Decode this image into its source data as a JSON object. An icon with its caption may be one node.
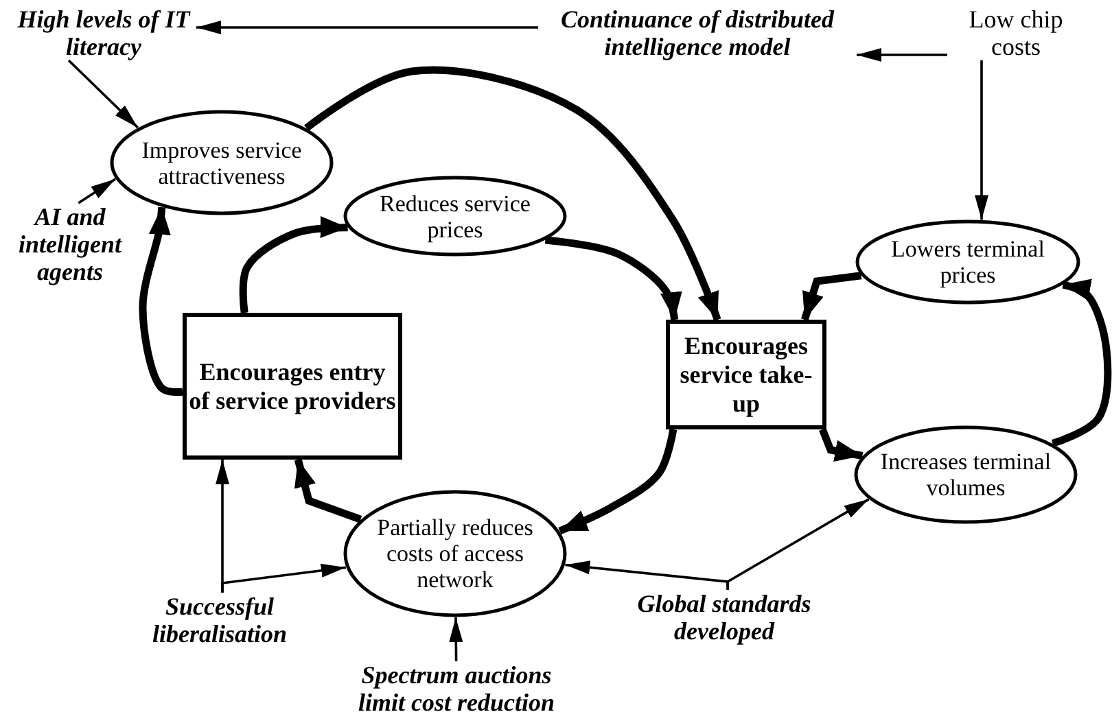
{
  "diagram": {
    "nodes": [
      {
        "text": [
          "High levels of IT literacy"
        ]
      },
      {
        "text": [
          "Continuance of distributed intelligence model"
        ]
      },
      {
        "text": [
          "Low chip costs"
        ]
      },
      {
        "text": [
          "Improves service attractiveness"
        ]
      },
      {
        "text": [
          "AI and intelligent agents"
        ]
      },
      {
        "text": [
          "Reduces service prices"
        ]
      },
      {
        "text": [
          "Encourages entry of service providers"
        ]
      },
      {
        "text": [
          "Encourages service take-up"
        ]
      },
      {
        "text": [
          "Lowers terminal prices"
        ]
      },
      {
        "text": [
          "Increases terminal volumes"
        ]
      },
      {
        "text": [
          "Partially reduces costs of access network"
        ]
      },
      {
        "text": [
          "Successful liberalisation"
        ]
      },
      {
        "text": [
          "Global standards developed"
        ]
      },
      {
        "text": [
          "Spectrum auctions limit cost reduction"
        ]
      }
    ],
    "edges": [
      {
        "from": 1,
        "to": 0,
        "arrow": "to"
      },
      {
        "from": 2,
        "to": 1,
        "arrow": "to"
      },
      {
        "from": 2,
        "to": 8,
        "arrow": "to"
      },
      {
        "from": 0,
        "to": 3,
        "arrow": "to"
      },
      {
        "from": 4,
        "to": 3,
        "arrow": "to"
      },
      {
        "from": 6,
        "to": 3,
        "arrow": "to",
        "style": "thick"
      },
      {
        "from": 6,
        "to": 5,
        "arrow": "to",
        "style": "thick"
      },
      {
        "from": 5,
        "to": 7,
        "arrow": "to",
        "style": "thick"
      },
      {
        "from": 3,
        "to": 7,
        "arrow": "to",
        "style": "thick"
      },
      {
        "from": 8,
        "to": 7,
        "arrow": "to",
        "style": "thick"
      },
      {
        "from": 7,
        "to": 9,
        "arrow": "to",
        "style": "thick"
      },
      {
        "from": 9,
        "to": 8,
        "arrow": "to",
        "style": "thick"
      },
      {
        "from": 7,
        "to": 10,
        "arrow": "to",
        "style": "thick"
      },
      {
        "from": 10,
        "to": 6,
        "arrow": "to",
        "style": "thick"
      },
      {
        "from": 11,
        "to": 6,
        "arrow": "to"
      },
      {
        "from": 11,
        "to": 10,
        "arrow": "to"
      },
      {
        "from": 12,
        "to": 10,
        "arrow": "to"
      },
      {
        "from": 12,
        "to": 9,
        "arrow": "to"
      },
      {
        "from": 13,
        "to": 10,
        "arrow": "to"
      }
    ]
  }
}
